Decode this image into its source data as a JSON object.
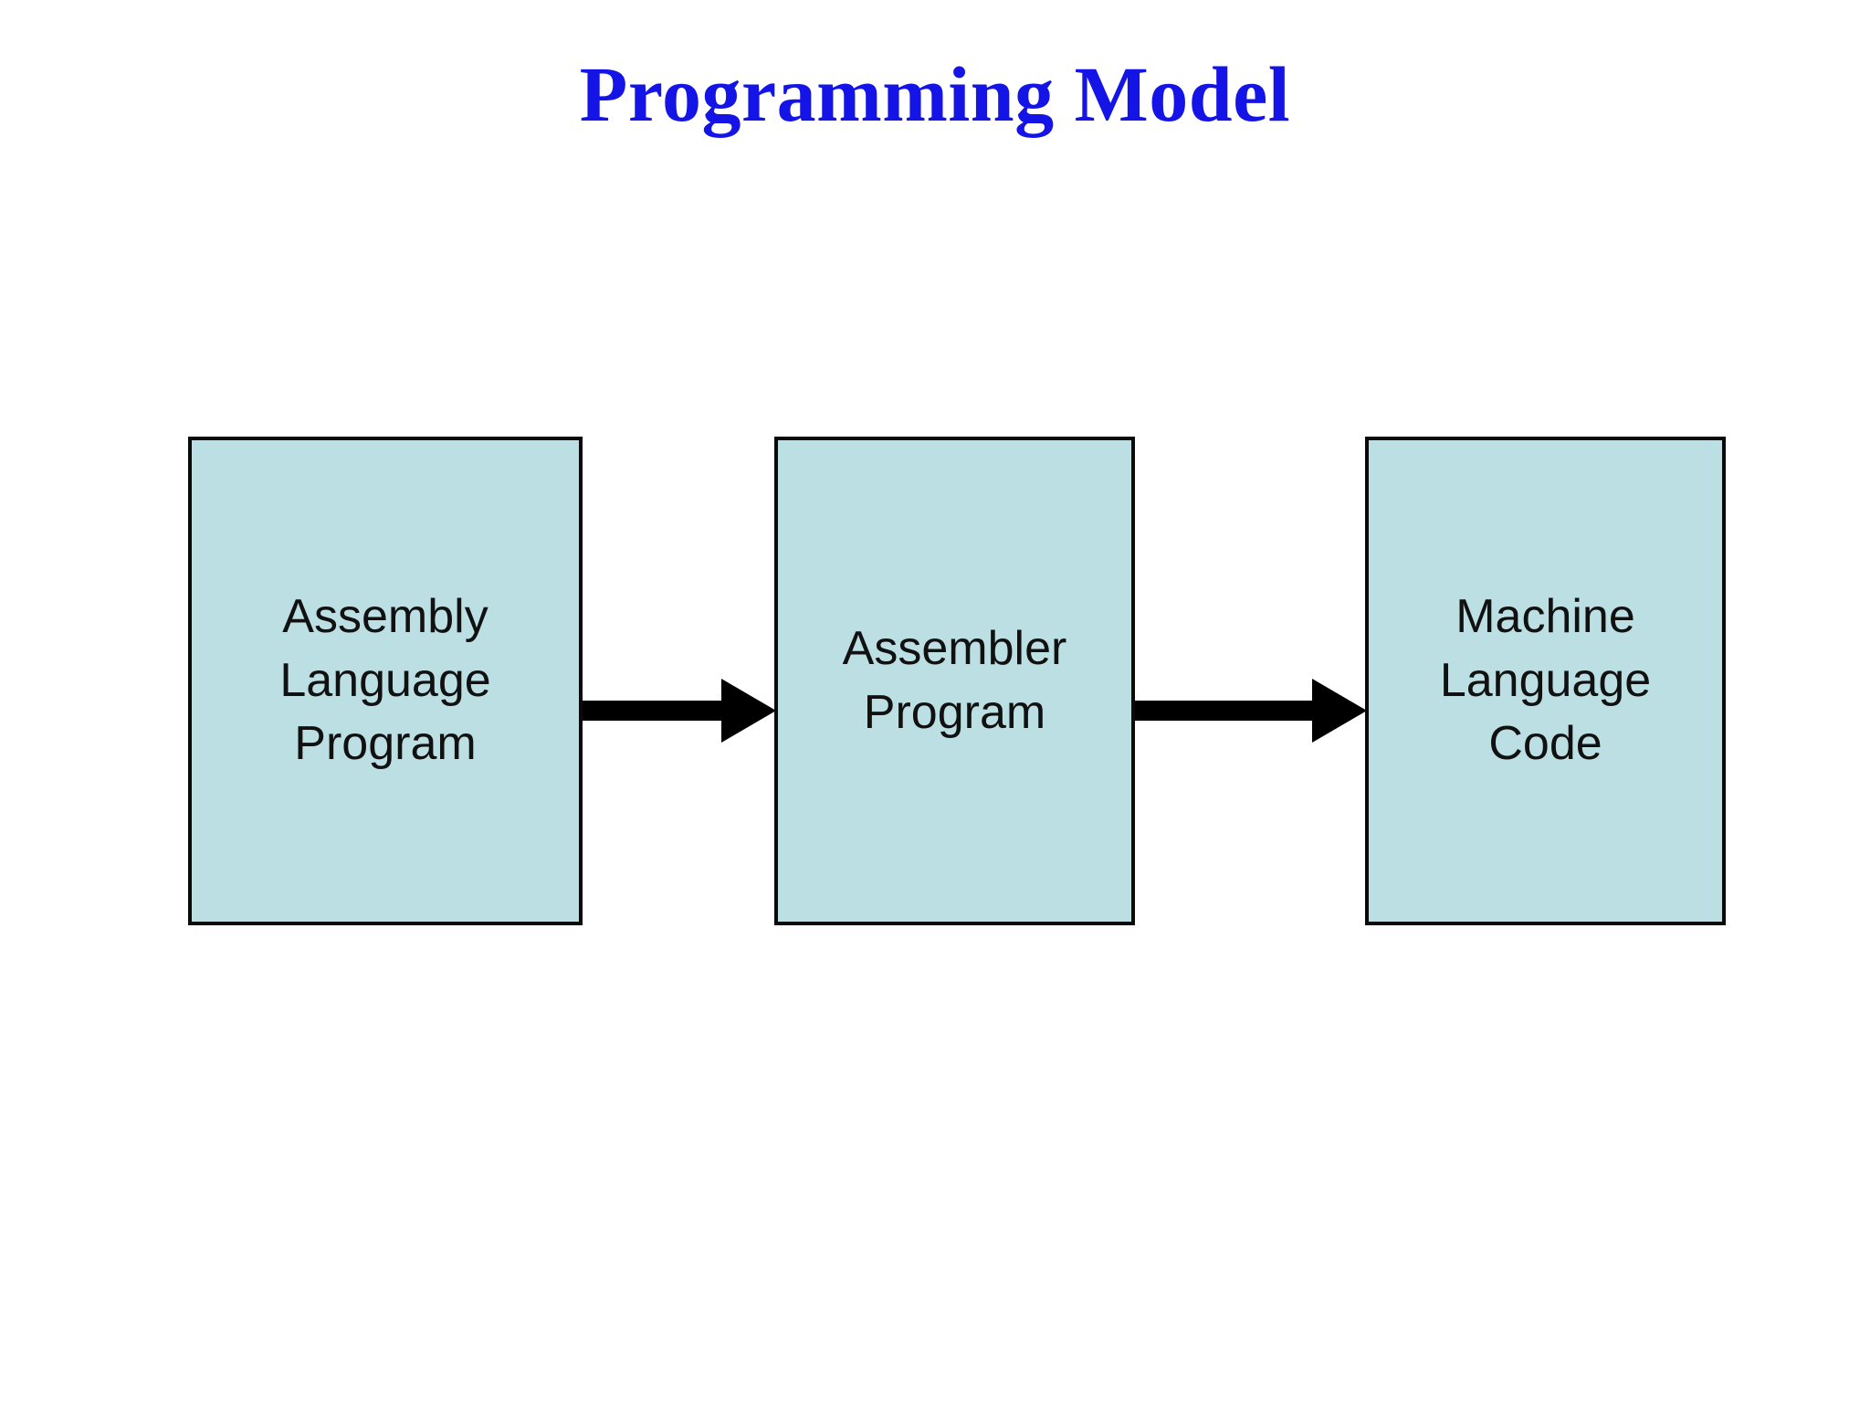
{
  "slide": {
    "title": "Programming Model",
    "background_color": "#ffffff",
    "title_color": "#1414e6"
  },
  "diagram": {
    "type": "flowchart",
    "orientation": "left-to-right",
    "box_fill_color": "#bcdfe3",
    "box_border_color": "#0a0a0a",
    "arrow_color": "#000000",
    "nodes": [
      {
        "id": "assembly-language-program",
        "lines": [
          "Assembly",
          "Language",
          "Program"
        ]
      },
      {
        "id": "assembler-program",
        "lines": [
          "Assembler",
          "Program"
        ]
      },
      {
        "id": "machine-language-code",
        "lines": [
          "Machine",
          "Language",
          "Code"
        ]
      }
    ],
    "edges": [
      {
        "id": "edge-1",
        "from": "assembly-language-program",
        "to": "assembler-program",
        "label": ""
      },
      {
        "id": "edge-2",
        "from": "assembler-program",
        "to": "machine-language-code",
        "label": ""
      }
    ]
  }
}
